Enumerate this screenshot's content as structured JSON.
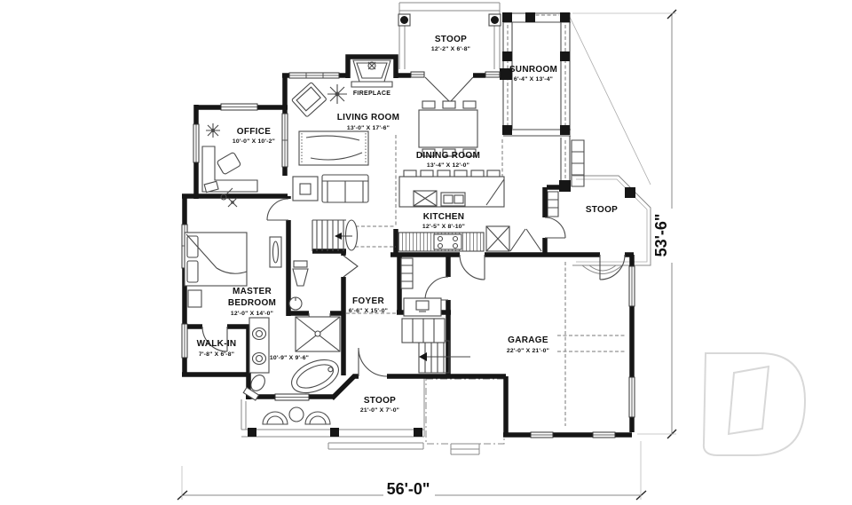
{
  "rooms": {
    "stoop_top": {
      "label": "STOOP",
      "dims": "12'-2\" X 6'-8\""
    },
    "sunroom": {
      "label": "SUNROOM",
      "dims": "6'-4\" X 13'-4\""
    },
    "fireplace": {
      "label": "FIREPLACE"
    },
    "office": {
      "label": "OFFICE",
      "dims": "10'-0\" X 10'-2\""
    },
    "living": {
      "label": "LIVING ROOM",
      "dims": "13'-0\" X 17'-6\""
    },
    "dining": {
      "label": "DINING ROOM",
      "dims": "13'-4\" X 12'-0\""
    },
    "kitchen": {
      "label": "KITCHEN",
      "dims": "12'-5\" X 8'-10\""
    },
    "stoop_right": {
      "label": "STOOP"
    },
    "master": {
      "label_line1": "MASTER",
      "label_line2": "BEDROOM",
      "dims": "12'-0\" X 14'-0\""
    },
    "walkin": {
      "label": "WALK-IN",
      "dims": "7'-8\" X 6'-8\""
    },
    "bath": {
      "dims": "10'-9\" X 9'-6\""
    },
    "foyer": {
      "label": "FOYER",
      "dims": "6'-6\" X 15'-0\""
    },
    "garage": {
      "label": "GARAGE",
      "dims": "22'-0\" X 21'-0\""
    },
    "stoop_bottom": {
      "label": "STOOP",
      "dims": "21'-0\" X 7'-0\""
    }
  },
  "dimensions": {
    "overall_width": "56'-0\"",
    "overall_height": "53'-6\""
  },
  "colors": {
    "wall": "#161616",
    "furniture_line": "#4a4a4a",
    "light_line": "#9a9a9a",
    "text": "#111111",
    "watermark": "#d8d8d8"
  }
}
